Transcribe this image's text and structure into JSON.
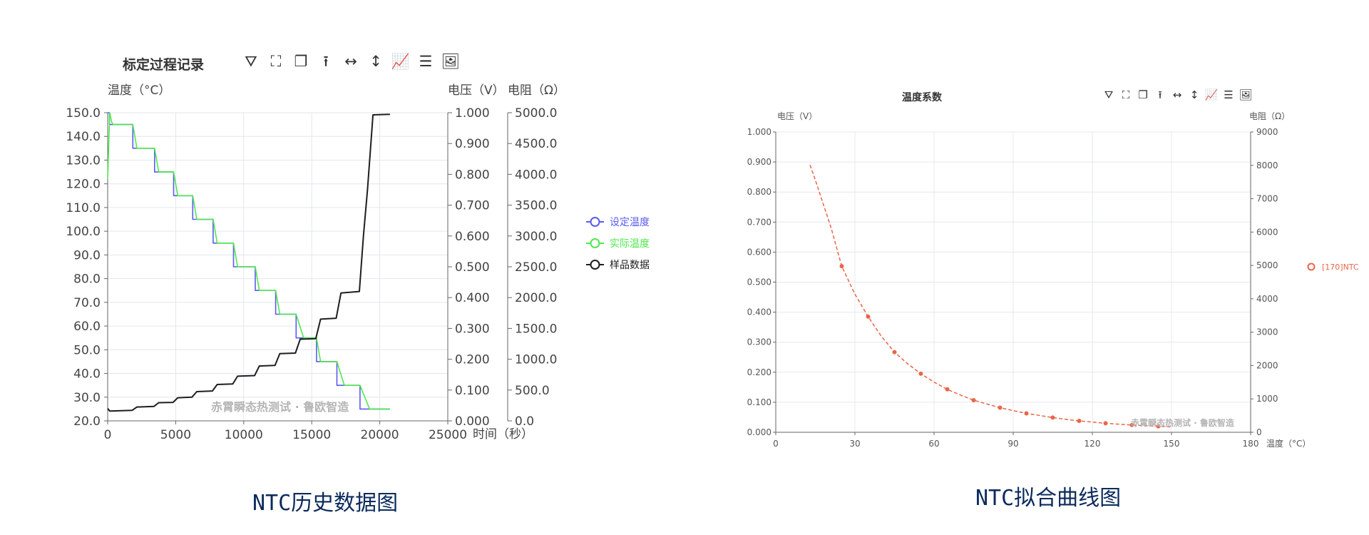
{
  "left": {
    "title": "标定过程记录",
    "caption": "NTC历史数据图",
    "watermark": "赤霄瞬态热测试 · 鲁欧智造",
    "toolbar_icons": [
      "filter-icon",
      "zoom-area-icon",
      "restore-icon",
      "export-icon",
      "fit-width-icon",
      "fit-height-icon",
      "line-chart-icon",
      "notes-icon",
      "save-image-icon"
    ],
    "toolbar_glyphs": [
      "⛛",
      "⛶",
      "❐",
      "⭱",
      "↔",
      "↕",
      "📈",
      "☰",
      "🖼"
    ]
  },
  "right": {
    "title": "温度系数",
    "caption": "NTC拟合曲线图",
    "watermark": "赤霄瞬态热测试 · 鲁欧智造",
    "toolbar_icons": [
      "filter-icon",
      "zoom-area-icon",
      "restore-icon",
      "export-icon",
      "fit-width-icon",
      "fit-height-icon",
      "line-chart-icon",
      "notes-icon",
      "save-image-icon"
    ],
    "toolbar_glyphs": [
      "⛛",
      "⛶",
      "❐",
      "⭱",
      "↔",
      "↕",
      "📈",
      "☰",
      "🖼"
    ]
  },
  "chart_data": [
    {
      "type": "line",
      "title": "标定过程记录",
      "xlabel": "时间（秒）",
      "xlim": [
        0,
        25000
      ],
      "x_ticks": [
        "0",
        "5000",
        "10000",
        "15000",
        "20000",
        "25000"
      ],
      "ylabel": "温度（°C）",
      "ylim": [
        20,
        150
      ],
      "y_ticks": [
        "20.0",
        "30.0",
        "40.0",
        "50.0",
        "60.0",
        "70.0",
        "80.0",
        "90.0",
        "100.0",
        "110.0",
        "120.0",
        "130.0",
        "140.0",
        "150.0"
      ],
      "y2label": "电压（V）",
      "y2lim": [
        0,
        1
      ],
      "y2_ticks": [
        "0.000",
        "0.100",
        "0.200",
        "0.300",
        "0.400",
        "0.500",
        "0.600",
        "0.700",
        "0.800",
        "0.900",
        "1.000"
      ],
      "y3label": "电阻（Ω）",
      "y3lim": [
        0,
        5000
      ],
      "y3_ticks": [
        "0.0",
        "500.0",
        "1000.0",
        "1500.0",
        "2000.0",
        "2500.0",
        "3000.0",
        "3500.0",
        "4000.0",
        "4500.0",
        "5000.0"
      ],
      "grid": true,
      "legend_position": "right",
      "series": [
        {
          "name": "设定温度",
          "color": "#5b5bf0",
          "axis": "temp",
          "x": [
            0,
            130,
            130,
            1850,
            1850,
            3450,
            3450,
            4850,
            4850,
            6250,
            6250,
            7750,
            7750,
            9250,
            9250,
            10850,
            10850,
            12350,
            12350,
            13850,
            13850,
            15350,
            15350,
            16850,
            16850,
            18550,
            18550,
            20750
          ],
          "y": [
            150,
            150,
            145,
            145,
            135,
            135,
            125,
            125,
            115,
            115,
            105,
            105,
            95,
            95,
            85,
            85,
            75,
            75,
            65,
            65,
            55,
            55,
            45,
            45,
            35,
            35,
            25,
            25
          ]
        },
        {
          "name": "实际温度",
          "color": "#4ee84e",
          "axis": "temp",
          "x": [
            0,
            150,
            300,
            400,
            1850,
            2150,
            3450,
            3750,
            4850,
            5150,
            6250,
            6550,
            7750,
            8050,
            9250,
            9550,
            10850,
            11150,
            12350,
            12650,
            13850,
            14400,
            15350,
            15650,
            16850,
            17400,
            18550,
            19250,
            20750
          ],
          "y": [
            122,
            150,
            146,
            145,
            145,
            135,
            135,
            125,
            125,
            115,
            115,
            105,
            105,
            95,
            95,
            85,
            85,
            75,
            75,
            65,
            65,
            55,
            55,
            45,
            45,
            35,
            35,
            25,
            25
          ]
        },
        {
          "name": "样品数据",
          "color": "#1e1e1e",
          "axis": "voltage",
          "x": [
            0,
            150,
            1800,
            2150,
            3400,
            3750,
            4800,
            5150,
            6200,
            6550,
            7700,
            8050,
            9200,
            9550,
            10800,
            11150,
            12300,
            12650,
            13800,
            14150,
            15300,
            15650,
            16800,
            17150,
            18500,
            18800,
            19100,
            19500,
            20750
          ],
          "y": [
            0.04,
            0.032,
            0.034,
            0.045,
            0.047,
            0.059,
            0.06,
            0.075,
            0.077,
            0.095,
            0.097,
            0.118,
            0.12,
            0.145,
            0.147,
            0.178,
            0.18,
            0.218,
            0.22,
            0.265,
            0.267,
            0.33,
            0.333,
            0.415,
            0.42,
            0.6,
            0.75,
            0.993,
            0.995
          ]
        }
      ]
    },
    {
      "type": "scatter",
      "title": "温度系数",
      "xlabel": "温度（°C）",
      "xlim": [
        0,
        180
      ],
      "x_ticks": [
        "0",
        "30",
        "60",
        "90",
        "120",
        "150",
        "180"
      ],
      "ylabel": "电压（V）",
      "ylim": [
        0,
        1
      ],
      "y_ticks": [
        "0.000",
        "0.100",
        "0.200",
        "0.300",
        "0.400",
        "0.500",
        "0.600",
        "0.700",
        "0.800",
        "0.900",
        "1.000"
      ],
      "y2label": "电阻（Ω）",
      "y2lim": [
        0,
        9000
      ],
      "y2_ticks": [
        "0",
        "1000",
        "2000",
        "3000",
        "4000",
        "5000",
        "6000",
        "7000",
        "8000",
        "9000"
      ],
      "grid": true,
      "legend_position": "right",
      "series": [
        {
          "name": "[170]NTC",
          "color": "#e8664a",
          "points_x": [
            25,
            35,
            45,
            55,
            65,
            75,
            85,
            95,
            105,
            115,
            125,
            135,
            145
          ],
          "points_y": [
            0.553,
            0.385,
            0.267,
            0.195,
            0.143,
            0.107,
            0.082,
            0.063,
            0.049,
            0.038,
            0.03,
            0.024,
            0.02
          ],
          "fit_x": [
            13,
            15,
            18,
            21,
            25,
            30,
            35,
            40,
            45,
            50,
            55,
            60,
            65,
            70,
            75,
            80,
            85,
            90,
            95,
            100,
            105,
            110,
            115,
            120,
            125,
            130,
            135,
            140,
            145,
            150
          ],
          "fit_y": [
            0.89,
            0.84,
            0.76,
            0.68,
            0.553,
            0.46,
            0.385,
            0.32,
            0.267,
            0.228,
            0.195,
            0.167,
            0.143,
            0.124,
            0.107,
            0.094,
            0.082,
            0.072,
            0.063,
            0.056,
            0.049,
            0.043,
            0.038,
            0.034,
            0.03,
            0.027,
            0.024,
            0.022,
            0.02,
            0.018
          ]
        }
      ]
    }
  ]
}
